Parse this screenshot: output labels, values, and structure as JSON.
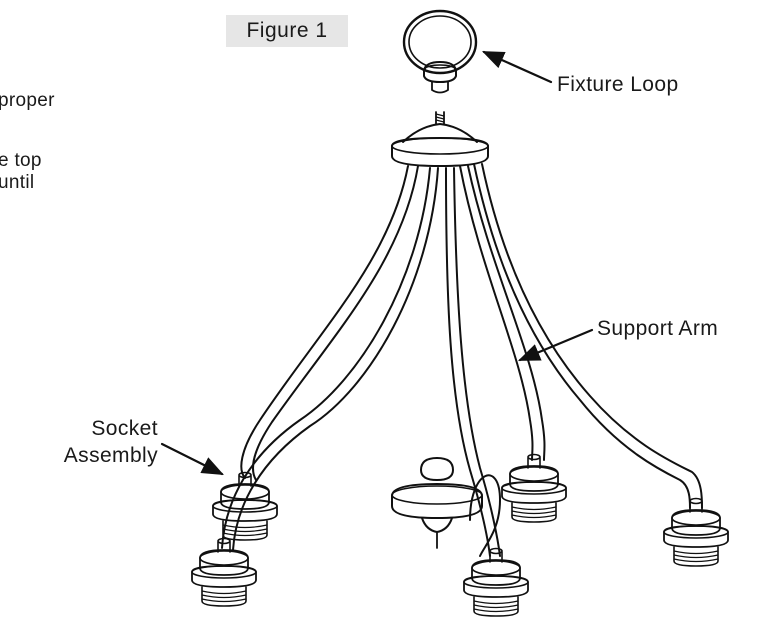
{
  "text_fragments": [
    "proper",
    "e top",
    "until"
  ],
  "figure_title": "Figure 1",
  "callouts": {
    "fixture_loop": "Fixture Loop",
    "support_arm": "Support Arm",
    "socket_assembly_line1": "Socket",
    "socket_assembly_line2": "Assembly"
  },
  "colors": {
    "line": "#111111",
    "badge_bg": "#e6e6e6",
    "socket_shade": "#dcdcdc"
  }
}
